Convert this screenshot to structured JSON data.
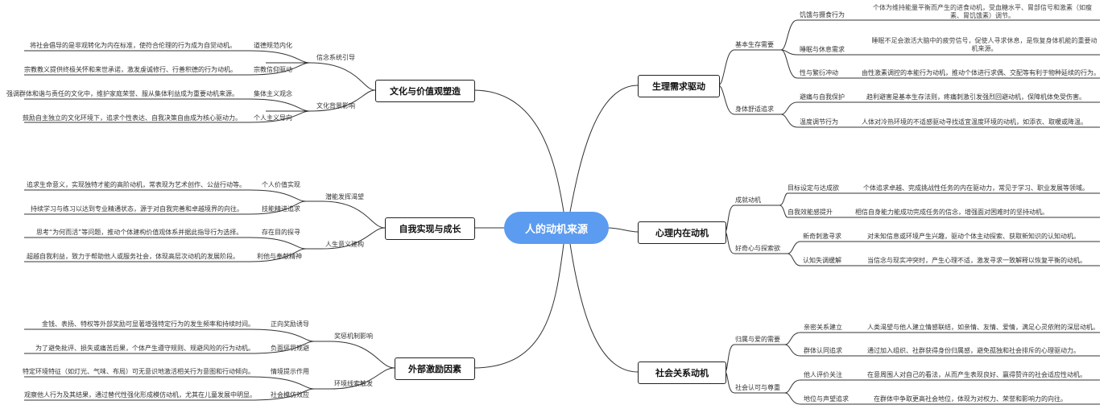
{
  "root": "人的动机来源",
  "branches": {
    "b1": {
      "title": "文化与价值观塑造",
      "sub1": {
        "label": "信念系统引导",
        "t1": "道德规范内化",
        "l1": "将社会倡导的是非观转化为内在标准，使符合伦理的行为成为自觉动机。",
        "t2": "宗教信仰驱动",
        "l2": "宗教教义提供终极关怀和来世承诺，激发虔诚修行、行善积德的行为动机。"
      },
      "sub2": {
        "label": "文化背景影响",
        "t1": "集体主义观念",
        "l1": "强调群体和谐与责任的文化中，维护家庭荣誉、服从集体利益成为重要动机来源。",
        "t2": "个人主义导向",
        "l2": "鼓励自主独立的文化环境下，追求个性表达、自我决策自由成为核心驱动力。"
      }
    },
    "b2": {
      "title": "自我实现与成长",
      "sub1": {
        "label": "潜能发挥渴望",
        "t1": "个人价值实现",
        "l1": "追求生命意义，实现独特才能的高阶动机，常表现为艺术创作、公益行动等。",
        "t2": "技能精进追求",
        "l2": "持续学习与练习以达到专业精通状态，源于对自我完善和卓越境界的向往。"
      },
      "sub2": {
        "label": "人生意义建构",
        "t1": "存在目的探寻",
        "l1": "思考“为何而活”等问题，推动个体建构价值观体系并据此指导行为选择。",
        "t2": "利他与奉献精神",
        "l2": "超越自我利益，致力于帮助他人或服务社会，体现高层次动机的发展阶段。"
      }
    },
    "b3": {
      "title": "外部激励因素",
      "sub1": {
        "label": "奖惩机制影响",
        "t1": "正向奖励诱导",
        "l1": "金钱、表扬、特权等外部奖励可显著增强特定行为的发生频率和持续时间。",
        "t2": "负面惩罚规避",
        "l2": "为了避免批评、损失或痛苦后果，个体产生遵守规则、规避风险的行为动机。"
      },
      "sub2": {
        "label": "环境线索触发",
        "t1": "情境提示作用",
        "l1": "特定环境特征（如灯光、气味、布局）可无意识地激活相关行为意图和行动倾向。",
        "t2": "社会模仿效应",
        "l2": "观察他人行为及其结果，通过替代性强化形成模仿动机，尤其在儿童发展中明显。"
      }
    },
    "b4": {
      "title": "生理需求驱动",
      "sub1": {
        "label": "基本生存需要",
        "t1": "饥饿与摄食行为",
        "l1": "个体为维持能量平衡而产生的进食动机，受血糖水平、胃部信号和激素（如瘦素、胃饥饿素）调节。",
        "t2": "睡眠与休息需求",
        "l2": "睡眠不足会激活大脑中的疲劳信号，促使人寻求休息，是恢复身体机能的重要动机来源。",
        "t3": "性与繁衍冲动",
        "l3": "由性激素调控的本能行为动机，推动个体进行求偶、交配等有利于物种延续的行为。"
      },
      "sub2": {
        "label": "身体舒适追求",
        "t1": "避痛与自我保护",
        "l1": "趋利避害是基本生存法则，疼痛刺激引发强烈回避动机，保障机体免受伤害。",
        "t2": "温度调节行为",
        "l2": "人体对冷热环境的不适感驱动寻找适宜温度环境的动机，如添衣、取暖或降温。"
      }
    },
    "b5": {
      "title": "心理内在动机",
      "sub1": {
        "label": "成就动机",
        "t1": "目标设定与达成欲",
        "l1": "个体追求卓越、完成挑战性任务的内在驱动力，常见于学习、职业发展等领域。",
        "t2": "自我效能感提升",
        "l2": "相信自身能力能成功完成任务的信念，增强面对困难时的坚持动机。"
      },
      "sub2": {
        "label": "好奇心与探索欲",
        "t1": "新奇刺激寻求",
        "l1": "对未知信息或环境产生兴趣，驱动个体主动探索、获取新知识的认知动机。",
        "t2": "认知失调缓解",
        "l2": "当信念与现实冲突时，产生心理不适，激发寻求一致解释以恢复平衡的动机。"
      }
    },
    "b6": {
      "title": "社会关系动机",
      "sub1": {
        "label": "归属与爱的需要",
        "t1": "亲密关系建立",
        "l1": "人类渴望与他人建立情感联结，如亲情、友情、爱情，满足心灵依附的深层动机。",
        "t2": "群体认同追求",
        "l2": "通过加入组织、社群获得身份归属感，避免孤独和社会排斥的心理驱动力。"
      },
      "sub2": {
        "label": "社会认可与尊重",
        "t1": "他人评价关注",
        "l1": "在意周围人对自己的看法，从而产生表现良好、赢得赞许的社会适应性动机。",
        "t2": "地位与声望追求",
        "l2": "在群体中争取更高社会地位，体现为对权力、荣誉和影响力的向往。"
      }
    }
  },
  "colors": {
    "root_fill": "#5b9bf0",
    "line": "#333333",
    "text": "#333333"
  }
}
